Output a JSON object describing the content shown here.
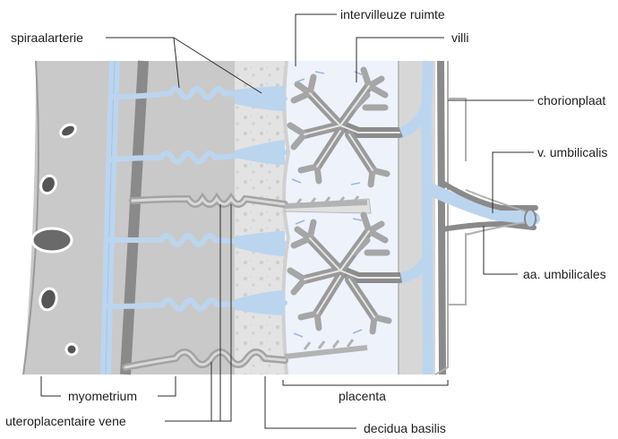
{
  "labels": {
    "spiraalarterie": "spiraalarterie",
    "intervilleuze_ruimte": "intervilleuze ruimte",
    "villi": "villi",
    "chorionplaat": "chorionplaat",
    "v_umbilicalis": "v. umbilicalis",
    "aa_umbilicales": "aa. umbilicales",
    "placenta": "placenta",
    "myometrium": "myometrium",
    "uteroplacentaire_vene": "uteroplacentaire vene",
    "decidua_basilis": "decidua basilis"
  },
  "colors": {
    "myometrium": "#c9c9c9",
    "decidua": "#e2e2e2",
    "intervillous_space": "#eef2fb",
    "villi_fill": "#a6a6a6",
    "artery_blue": "#bcd5ef",
    "vein_gray": "#8a8a8a",
    "leader_line": "#2b2b2b",
    "text": "#1e1e1e"
  }
}
